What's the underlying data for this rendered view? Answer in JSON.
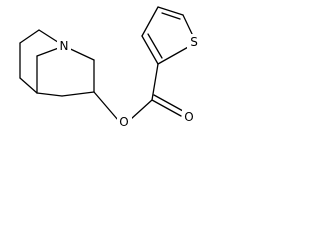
{
  "molecule": {
    "atoms": {
      "nitrogen": "N",
      "sulfur": "S",
      "ester_oxygen": "O",
      "carbonyl_oxygen": "O"
    }
  },
  "colors": {
    "bond": "#000000",
    "background": "#ffffff"
  }
}
